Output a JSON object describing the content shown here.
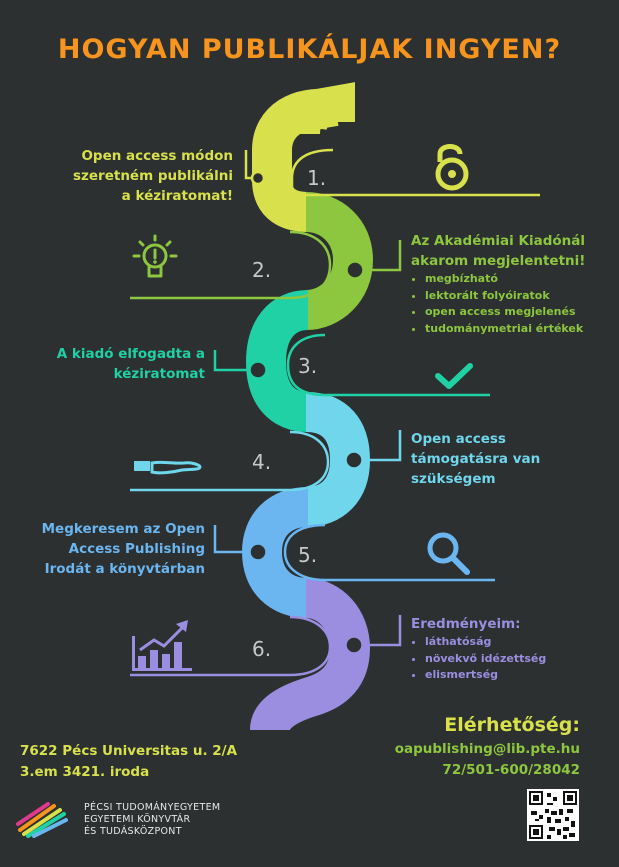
{
  "title": "HOGYAN PUBLIKÁLJAK INGYEN?",
  "colors": {
    "background": "#2c3030",
    "title": "#f7941d",
    "step1": "#d8e14c",
    "step2": "#8dc63f",
    "step3": "#1fd1a5",
    "step4": "#6fd6ec",
    "step5": "#6bb6f0",
    "step6": "#9b8ee0"
  },
  "steps": [
    {
      "number": "1.",
      "text": [
        "Open access módon",
        "szeretném publikálni",
        "a kéziratomat!"
      ],
      "icon": "open-lock-icon"
    },
    {
      "number": "2.",
      "text": [
        "Az Akadémiai Kiadónál",
        "akarom megjelentetni!"
      ],
      "bullets": [
        "megbízható",
        "lektorált folyóiratok",
        "open access megjelenés",
        "tudománymetriai értékek"
      ],
      "icon": "lightbulb-icon"
    },
    {
      "number": "3.",
      "text": [
        "A kiadó elfogadta a",
        "kéziratomat"
      ],
      "icon": "checkmark-icon"
    },
    {
      "number": "4.",
      "text": [
        "Open access",
        "támogatásra van",
        "szükségem"
      ],
      "icon": "open-hand-icon"
    },
    {
      "number": "5.",
      "text": [
        "Megkeresem az Open",
        "Access Publishing",
        "Irodát a könyvtárban"
      ],
      "icon": "magnifier-icon"
    },
    {
      "number": "6.",
      "text": [
        "Eredményeim:"
      ],
      "bullets": [
        "láthatóság",
        "növekvő idézettség",
        "elismertség"
      ],
      "icon": "growth-chart-icon"
    }
  ],
  "contact": {
    "heading": "Elérhetőség:",
    "email": "oapublishing@lib.pte.hu",
    "phone": "72/501-600/28042"
  },
  "address": {
    "line1": "7622 Pécs Universitas u. 2/A",
    "line2": "3.em 3421. iroda"
  },
  "logo": {
    "line1": "PÉCSI TUDOMÁNYEGYETEM",
    "line2": "EGYETEMI KÖNYVTÁR",
    "line3": "ÉS TUDÁSKÖZPONT",
    "icon": "university-logo-icon"
  },
  "qr": {
    "icon": "qr-code-icon"
  }
}
